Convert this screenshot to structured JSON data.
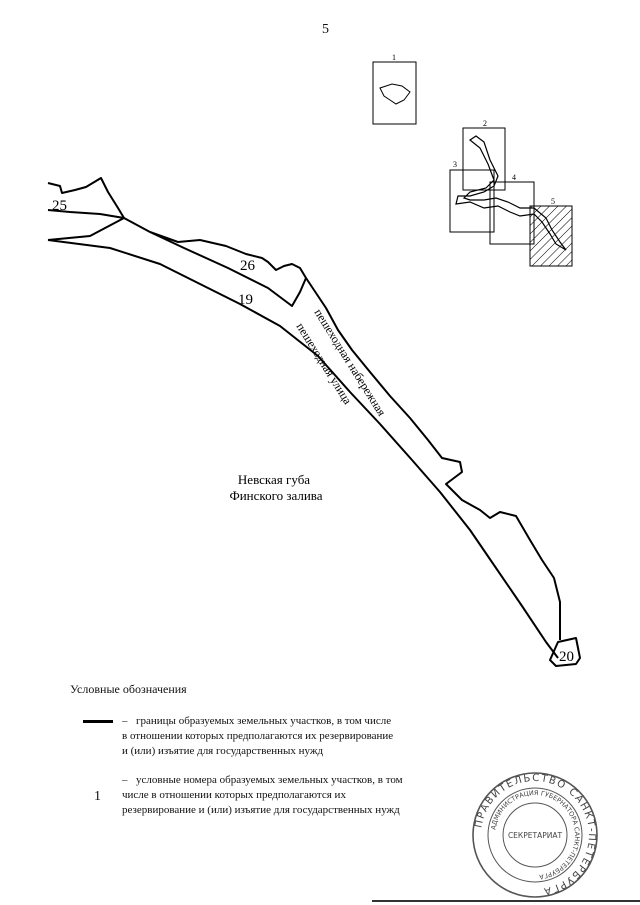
{
  "page_number": "5",
  "map": {
    "water_label_line1": "Невская губа",
    "water_label_line2": "Финского залива",
    "street_label_1": "пешеходная набережная",
    "street_label_2": "пешеходная улица",
    "parcels": [
      "25",
      "26",
      "19",
      "20"
    ],
    "key_map_sheets": [
      "1",
      "2",
      "3",
      "4",
      "5"
    ]
  },
  "legend": {
    "title": "Условные обозначения",
    "line_dash": "–",
    "line_text_1": "границы образуемых земельных участков, в том числе",
    "line_text_2": "в отношении которых предполагаются их резервирование",
    "line_text_3": "и (или) изъятие для государственных нужд",
    "number_symbol": "1",
    "number_dash": "–",
    "number_text_1": "условные номера образуемых земельных участков, в том",
    "number_text_2": "числе в отношении которых предполагаются их",
    "number_text_3": "резервирование и (или) изъятие для государственных нужд"
  },
  "stamp": {
    "outer_text": "ПРАВИТЕЛЬСТВО САНКТ-ПЕТЕРБУРГА",
    "inner_text": "АДМИНИСТРАЦИЯ ГУБЕРНАТОРА САНКТ-ПЕТЕРБУРГА",
    "center_text": "СЕКРЕТАРИАТ"
  }
}
